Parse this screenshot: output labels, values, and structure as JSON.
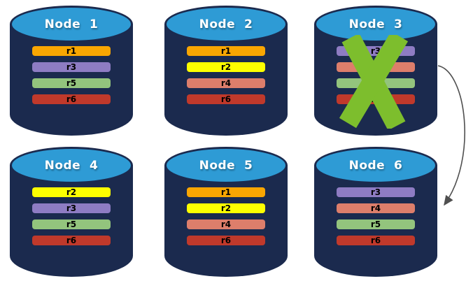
{
  "colors": {
    "cylinder_body": "#1b2a4e",
    "cylinder_top": "#2e9bd5",
    "replica_r1": "#f9a602",
    "replica_r2": "#fdff00",
    "replica_r3": "#8e7cc3",
    "replica_r4": "#dd7e6b",
    "replica_r5": "#93c47d",
    "replica_r6": "#c0392b",
    "failure_x": "#7dbe2d",
    "arrow": "#4f4f4f"
  },
  "nodes": [
    {
      "label": "Node  1",
      "failed": false,
      "replicas": [
        {
          "name": "r1",
          "color": "#f9a602"
        },
        {
          "name": "r3",
          "color": "#8e7cc3"
        },
        {
          "name": "r5",
          "color": "#93c47d"
        },
        {
          "name": "r6",
          "color": "#c0392b"
        }
      ]
    },
    {
      "label": "Node  2",
      "failed": false,
      "replicas": [
        {
          "name": "r1",
          "color": "#f9a602"
        },
        {
          "name": "r2",
          "color": "#fdff00"
        },
        {
          "name": "r4",
          "color": "#dd7e6b"
        },
        {
          "name": "r6",
          "color": "#c0392b"
        }
      ]
    },
    {
      "label": "Node  3",
      "failed": true,
      "replicas": [
        {
          "name": "r3",
          "color": "#8e7cc3"
        },
        {
          "name": "r4",
          "color": "#dd7e6b"
        },
        {
          "name": "r5",
          "color": "#93c47d"
        },
        {
          "name": "r6",
          "color": "#c0392b"
        }
      ]
    },
    {
      "label": "Node  4",
      "failed": false,
      "replicas": [
        {
          "name": "r2",
          "color": "#fdff00"
        },
        {
          "name": "r3",
          "color": "#8e7cc3"
        },
        {
          "name": "r5",
          "color": "#93c47d"
        },
        {
          "name": "r6",
          "color": "#c0392b"
        }
      ]
    },
    {
      "label": "Node  5",
      "failed": false,
      "replicas": [
        {
          "name": "r1",
          "color": "#f9a602"
        },
        {
          "name": "r2",
          "color": "#fdff00"
        },
        {
          "name": "r4",
          "color": "#dd7e6b"
        },
        {
          "name": "r6",
          "color": "#c0392b"
        }
      ]
    },
    {
      "label": "Node  6",
      "failed": false,
      "replicas": [
        {
          "name": "r3",
          "color": "#8e7cc3"
        },
        {
          "name": "r4",
          "color": "#dd7e6b"
        },
        {
          "name": "r5",
          "color": "#93c47d"
        },
        {
          "name": "r6",
          "color": "#c0392b"
        }
      ]
    }
  ],
  "arrow": {
    "from": "Node 3",
    "to": "Node 6"
  }
}
